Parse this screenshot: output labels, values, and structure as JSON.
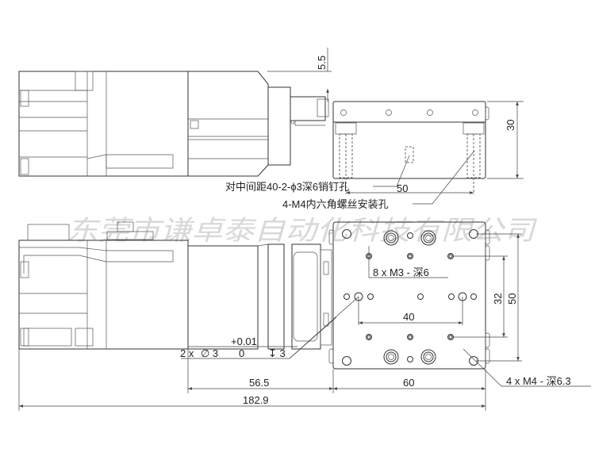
{
  "watermark": "东莞市谦卓泰自动化科技有限公司",
  "annotations": {
    "pin_hole": "对中间距40-2-ϕ3深6销钉孔",
    "mount_hole": "4-M4内六角螺丝安装孔",
    "m3_holes": "8 x  M3 - 深6",
    "m4_holes": "4 x  M4 - 深6.3",
    "tolerance_upper": "+0.01",
    "pin_callout_qty": "2 x",
    "pin_callout_dia": "∅ 3",
    "tolerance_lower": "0",
    "pin_callout_depth": "↧ 3"
  },
  "dimensions": {
    "top_offset": "5.5",
    "height": "30",
    "top_pin_spacing": "50",
    "hole_pitch_y_inner": "32",
    "hole_pitch_y_outer": "50",
    "hole_pitch_x": "40",
    "motor_length": "56.5",
    "stage_width": "60",
    "total_length": "182.9"
  }
}
